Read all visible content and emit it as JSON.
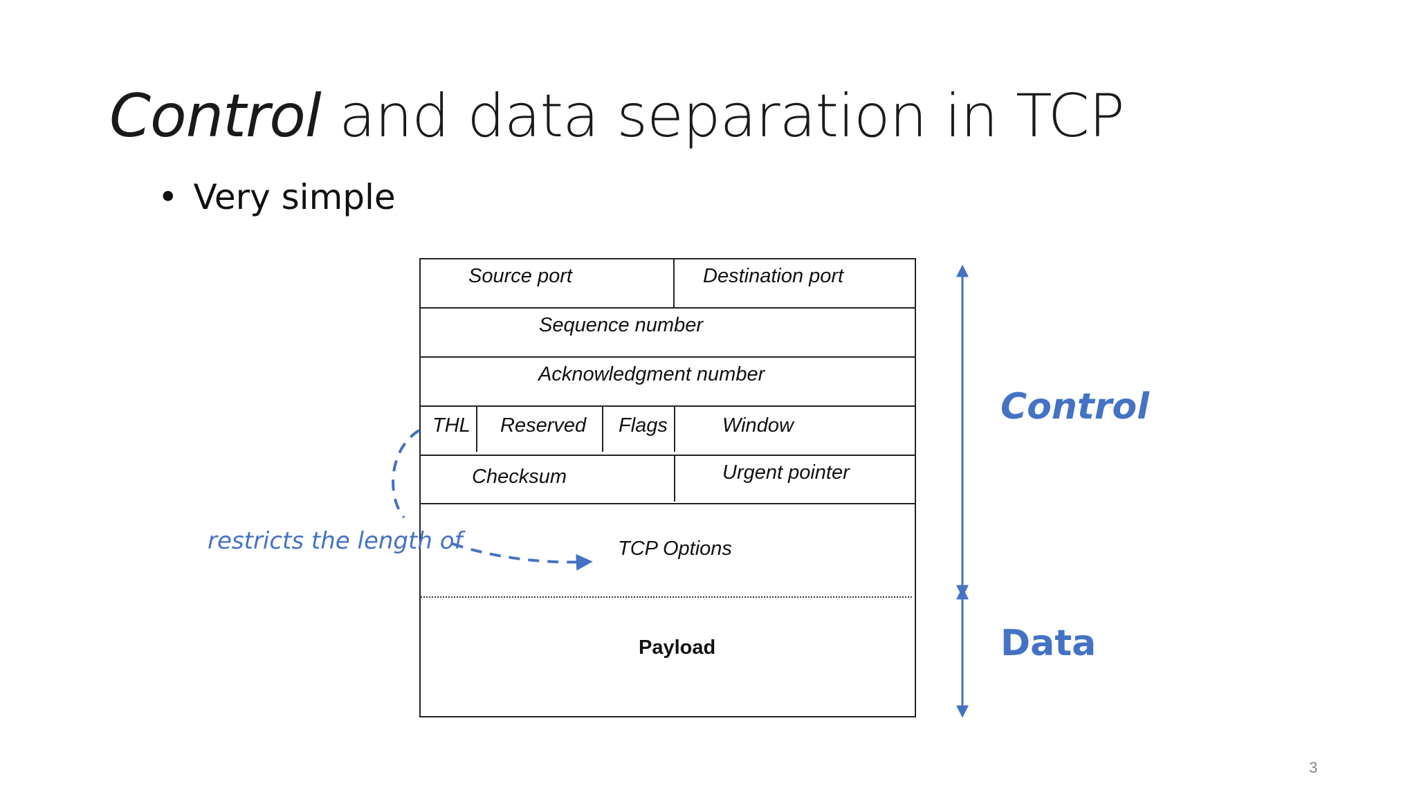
{
  "slide": {
    "title_emphasis": "Control",
    "title_rest": " and data separation in TCP",
    "bullet": "Very simple",
    "page_number": "3"
  },
  "header_fields": {
    "source_port": "Source port",
    "destination_port": "Destination port",
    "sequence_number": "Sequence number",
    "ack_number": "Acknowledgment number",
    "thl": "THL",
    "reserved": "Reserved",
    "flags": "Flags",
    "window": "Window",
    "checksum": "Checksum",
    "urgent_pointer": "Urgent pointer",
    "tcp_options": "TCP Options",
    "payload": "Payload"
  },
  "labels": {
    "control": "Control",
    "data": "Data",
    "annotation": "restricts the length of"
  },
  "colors": {
    "accent": "#4472c4",
    "line": "#222222"
  }
}
